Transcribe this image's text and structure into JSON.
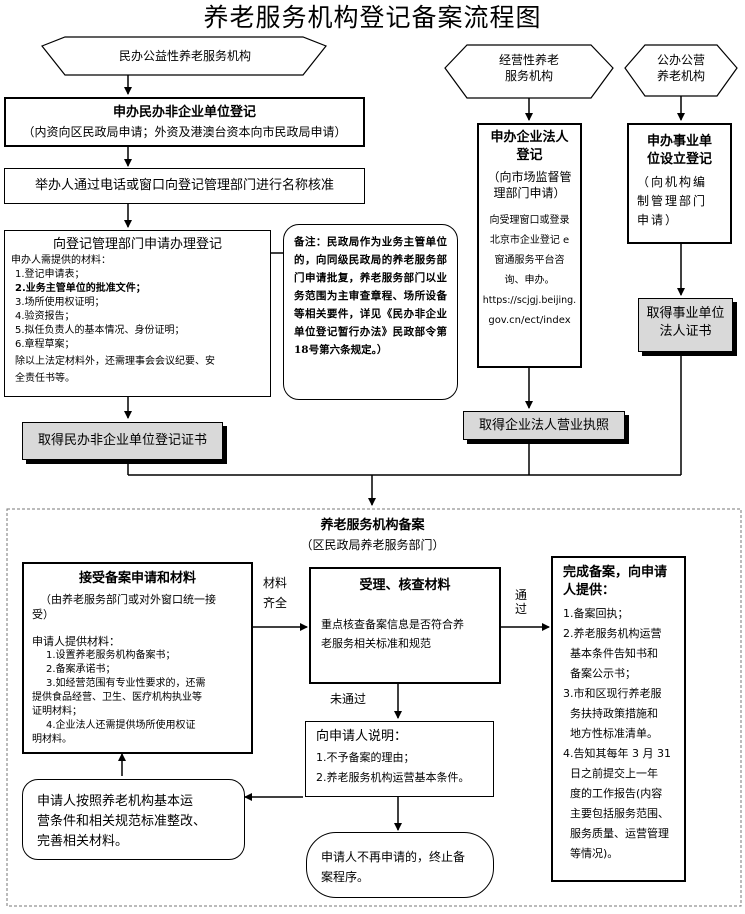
{
  "title": "养老服务机构登记备案流程图",
  "column_a": {
    "header": "民办公益性养老服务机构",
    "step1_title": "申办民办非企业单位登记",
    "step1_sub": "（内资向区民政局申请；外资及港澳台资本向市民政局申请）",
    "step2": "举办人通过电话或窗口向登记管理部门进行名称核准",
    "step3_title": "向登记管理部门申请办理登记",
    "step3_intro": "申办人需提供的材料：",
    "step3_items": [
      "1.登记申请表；",
      "2.业务主管单位的批准文件；",
      "3.场所使用权证明；",
      "4.验资报告；",
      "5.拟任负责人的基本情况、身份证明；",
      "6.章程草案；",
      "除以上法定材料外，还需理事会会议纪要、安",
      "全责任书等。"
    ],
    "note": "备注：民政局作为业务主管单位的，向同级民政局的养老服务部门申请批复，养老服务部门以业务范围为主审查章程、场所设备等相关要件，详见《民办非企业单位登记暂行办法》民政部令第18号第六条规定。）",
    "result": "取得民办非企业单位登记证书"
  },
  "column_b": {
    "header_line1": "经营性养老",
    "header_line2": "服务机构",
    "title_line1": "申办企业法人",
    "title_line2": "登记",
    "sub_line1": "（向市场监督管",
    "sub_line2": "理部门申请）",
    "desc_lines": [
      "向受理窗口或登录",
      "北京市企业登记 e",
      "窗通服务平台咨",
      "询、申办。",
      "https://scjgj.beijing.",
      "gov.cn/ect/index"
    ],
    "result": "取得企业法人营业执照"
  },
  "column_c": {
    "header_line1": "公办公营",
    "header_line2": "养老机构",
    "title_line1": "申办事业单",
    "title_line2": "位设立登记",
    "sub_lines": [
      "（向机构编",
      "制管理部门",
      "申请）"
    ],
    "result_line1": "取得事业单位",
    "result_line2": "法人证书"
  },
  "filing": {
    "title": "养老服务机构备案",
    "sub": "（区民政局养老服务部门）",
    "accept_title": "接受备案申请和材料",
    "accept_sub_line1": "（由养老服务部门或对外窗口统一接",
    "accept_sub_line2": "受）",
    "accept_intro": "申请人提供材料：",
    "accept_items": [
      "1.设置养老服务机构备案书；",
      "2.备案承诺书；",
      "3.如经营范围有专业性要求的，还需",
      "提供食品经营、卫生、医疗机构执业等",
      "证明材料；",
      "4.企业法人还需提供场所使用权证",
      "明材料。"
    ],
    "label_complete_1": "材料",
    "label_complete_2": "齐全",
    "review_title": "受理、核查材料",
    "review_desc_line1": "重点核查备案信息是否符合养",
    "review_desc_line2": "老服务相关标准和规范",
    "label_pass": "通过",
    "label_fail": "未通过",
    "done_title_line1": "完成备案，向申请",
    "done_title_line2": "人提供：",
    "done_items": [
      "1.备案回执；",
      "2.养老服务机构运营",
      "  基本条件告知书和",
      "  备案公示书；",
      "3.市和区现行养老服",
      "  务扶持政策措施和",
      "  地方性标准清单。",
      "4.告知其每年 3 月 31",
      "  日之前提交上一年",
      "  度的工作报告(内容",
      "  主要包括服务范围、",
      "  服务质量、运营管理",
      "  等情况)。"
    ],
    "explain_title": "向申请人说明：",
    "explain_items": [
      "1.不予备案的理由；",
      "2.养老服务机构运营基本条件。"
    ],
    "rectify_lines": [
      "申请人按照养老机构基本运",
      "营条件和相关规范标准整改、",
      "完善相关材料。"
    ],
    "terminate_line1": "申请人不再申请的，终止备",
    "terminate_line2": "案程序。"
  }
}
